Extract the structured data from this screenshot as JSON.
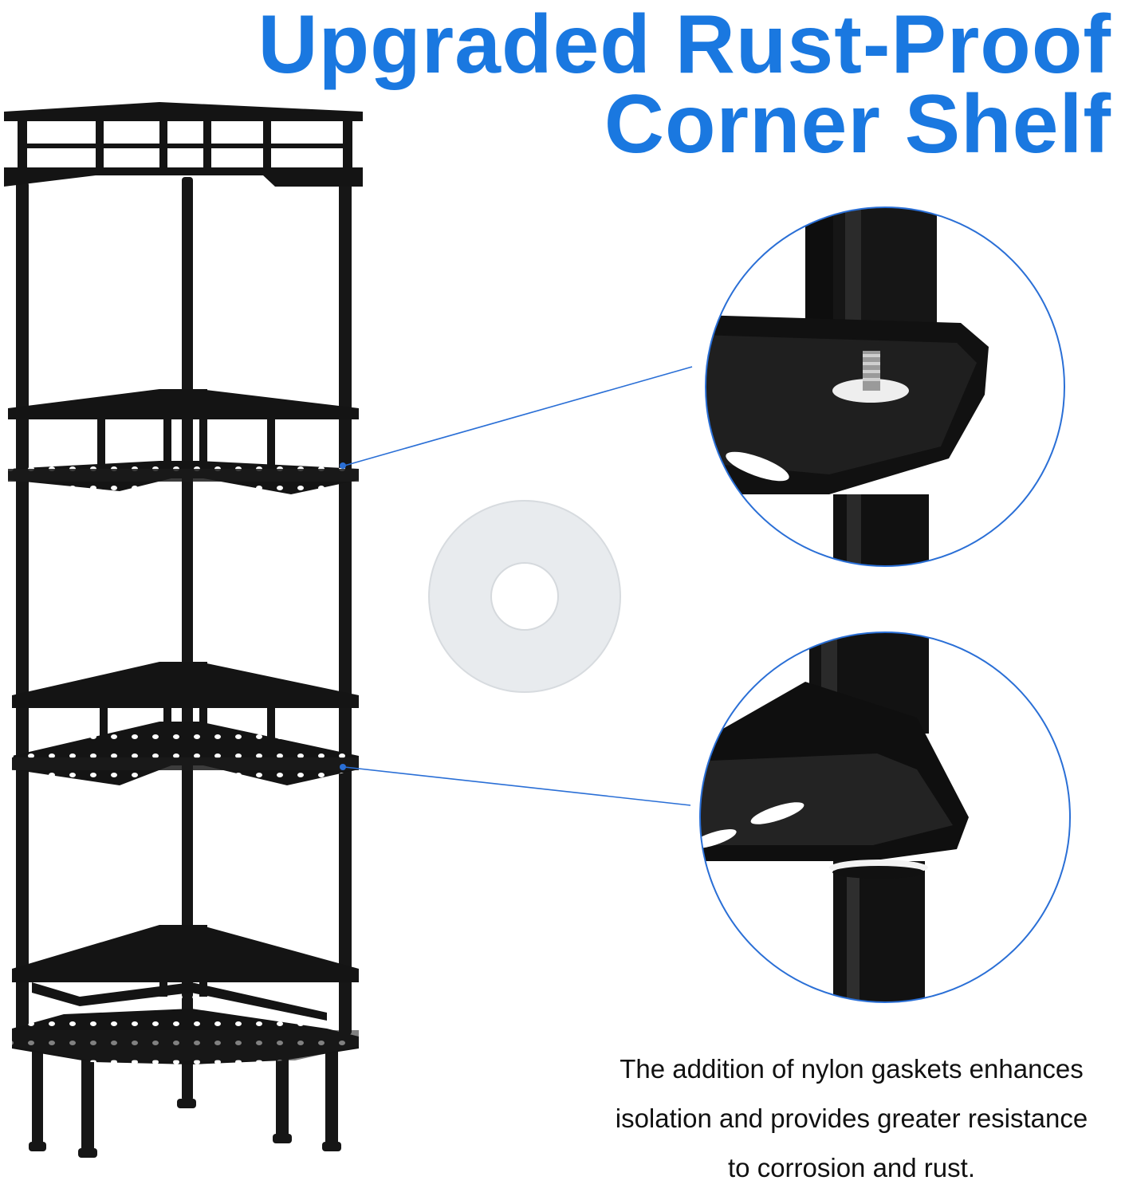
{
  "headline": {
    "line1": "Upgraded Rust-Proof",
    "line2": "Corner Shelf"
  },
  "description": {
    "line1": "The addition of nylon gaskets enhances",
    "line2": "isolation and provides greater resistance",
    "line3": "to corrosion and rust."
  },
  "colors": {
    "headline": "#1a78e0",
    "callout_line": "#2a6fd6",
    "metal": "#111111",
    "gasket": "#e8ebee"
  },
  "icons": {
    "gasket": "nylon-washer-icon",
    "zoom_upper": "zoom-bolt-detail",
    "zoom_lower": "zoom-gasket-detail"
  }
}
